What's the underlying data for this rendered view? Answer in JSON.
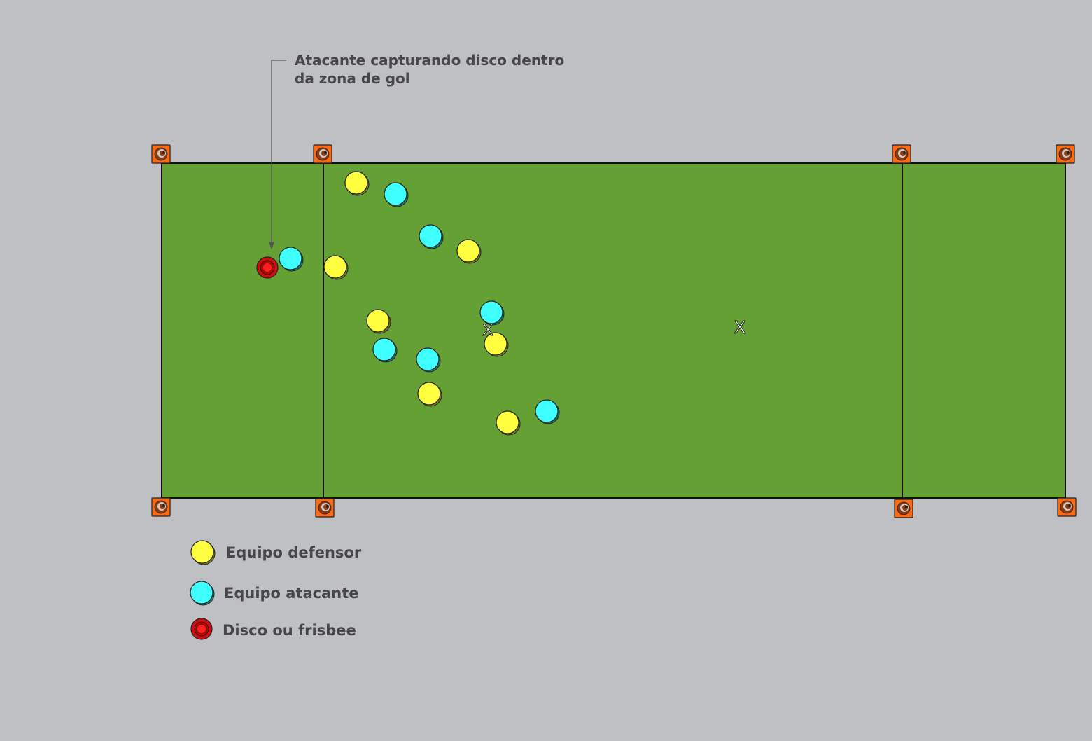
{
  "annotation": {
    "line1": "Atacante capturando disco dentro",
    "line2": "da zona de gol"
  },
  "field_marks": [
    "X",
    "X"
  ],
  "legend": [
    {
      "label": "Equipo defensor",
      "icon": "yellow-player-icon"
    },
    {
      "label": "Equipo atacante",
      "icon": "cyan-player-icon"
    },
    {
      "label": "Disco ou frisbee",
      "icon": "red-disc-icon"
    }
  ],
  "colors": {
    "field": "#65a035",
    "defender": "#ffff40",
    "attacker": "#40ffff",
    "disc": "#ee1111",
    "cone": "#ff6a10",
    "background": "#bfc0c4"
  }
}
